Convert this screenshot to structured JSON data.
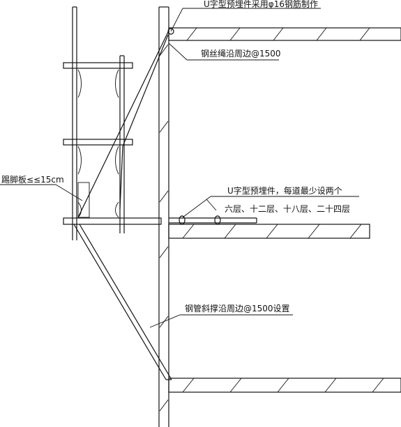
{
  "labels": {
    "u_embed_top": "U字型预埋件采用φ16钢筋制作",
    "wire_rope": "钢丝绳沿周边@1500",
    "toe_board": "踢脚板≤≤15cm",
    "u_embed_note": "U字型预埋件，每道最少设两个",
    "floors": "六层、十二层、十八层、二十四层",
    "steel_brace": "钢管斜撑沿周边@1500设置"
  }
}
